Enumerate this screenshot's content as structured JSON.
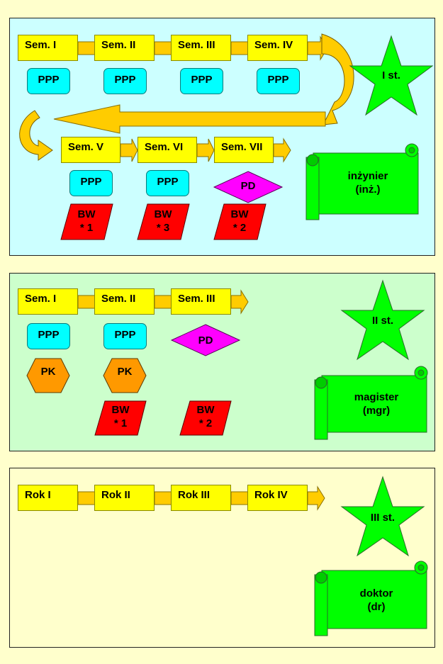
{
  "colors": {
    "page_bg": "#ffffcc",
    "panel1_bg": "#ccffff",
    "panel2_bg": "#ccffcc",
    "panel3_bg": "#ffffcc",
    "semester": "#ffff00",
    "ppp": "#00ffff",
    "pd": "#ff00ff",
    "bw": "#ff0000",
    "pk": "#ff9900",
    "arrow": "#ffcc00",
    "star": "#00ff00",
    "scroll": "#00ff00"
  },
  "stage1": {
    "semesters": [
      "Sem. I",
      "Sem. II",
      "Sem. III",
      "Sem. IV",
      "Sem. V",
      "Sem. VI",
      "Sem. VII"
    ],
    "ppp": [
      "PPP",
      "PPP",
      "PPP",
      "PPP",
      "PPP",
      "PPP"
    ],
    "pd": "PD",
    "bw": [
      "BW\n* 1",
      "BW\n* 3",
      "BW\n* 2"
    ],
    "star": "I st.",
    "diploma": "inżynier\n(inż.)"
  },
  "stage2": {
    "semesters": [
      "Sem. I",
      "Sem. II",
      "Sem. III"
    ],
    "ppp": [
      "PPP",
      "PPP"
    ],
    "pk": [
      "PK",
      "PK"
    ],
    "pd": "PD",
    "bw": [
      "BW\n* 1",
      "BW\n* 2"
    ],
    "star": "II st.",
    "diploma": "magister\n(mgr)"
  },
  "stage3": {
    "years": [
      "Rok I",
      "Rok II",
      "Rok III",
      "Rok IV"
    ],
    "star": "III st.",
    "diploma": "doktor\n(dr)"
  }
}
